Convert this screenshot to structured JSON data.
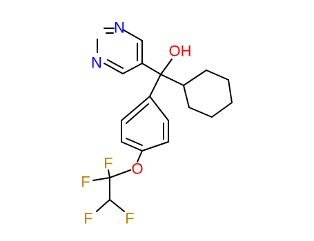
{
  "molecule": {
    "atoms": {
      "n_top": {
        "text": "N",
        "color": "#0000ff"
      },
      "n_left": {
        "text": "N",
        "color": "#0000ff"
      },
      "oh": {
        "text": "OH",
        "color": "#ff0000"
      },
      "o_ether": {
        "text": "O",
        "color": "#ff0000"
      },
      "f_upper": {
        "text": "F",
        "color": "#b8860b"
      },
      "f_left": {
        "text": "F",
        "color": "#b8860b"
      },
      "f_lower_left": {
        "text": "F",
        "color": "#b8860b"
      },
      "f_lower_right": {
        "text": "F",
        "color": "#b8860b"
      }
    },
    "bond_color": "#000000"
  }
}
